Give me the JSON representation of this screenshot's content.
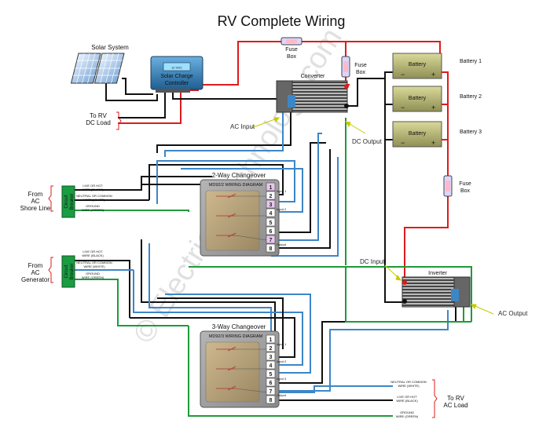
{
  "title": "RV Complete Wiring",
  "watermark": "© ElectricalTechnology.com",
  "solar_system": "Solar System",
  "controller": {
    "voltage": "12 VDC",
    "line1": "Solar Charge",
    "line2": "Controller"
  },
  "dc_load": {
    "line1": "To RV",
    "line2": "DC Load"
  },
  "fuse_box_label": "Fuse",
  "fuse_box_label2": "Box",
  "converter": "Converter",
  "inverter": "Inverter",
  "batteries": [
    {
      "label": "Battery",
      "name": "Battery 1"
    },
    {
      "label": "Battery",
      "name": "Battery 2"
    },
    {
      "label": "Battery",
      "name": "Battery 3"
    }
  ],
  "ac_input": "AC Input",
  "dc_output": "DC Output",
  "dc_input": "DC Input",
  "ac_output": "AC Output",
  "shore": {
    "line1": "From",
    "line2": "AC",
    "line3": "Shore Line"
  },
  "generator": {
    "line1": "From",
    "line2": "AC",
    "line3": "Generator"
  },
  "breaker": {
    "line1": "Circuit",
    "line2": "Breaker"
  },
  "wires": {
    "live1": "LIVE OR HOT",
    "live2": "WIRE (BLACK)",
    "neutral1": "NEUTRAL OR COMMON",
    "neutral2": "WIRE (WHITE)",
    "ground1": "GROUND",
    "ground2": "WIRE (GREEN)"
  },
  "changeover2": {
    "title": "2-Way Changeover",
    "diagram": "MD92/2 WIRING DIAGRAM",
    "pins": [
      "1",
      "2",
      "3",
      "4",
      "5",
      "6",
      "7",
      "8"
    ],
    "in1": "Input 1",
    "in2": "Input 2",
    "out": "Output"
  },
  "changeover3": {
    "title": "3-Way Changeover",
    "diagram": "MD92/3 WIRING DIAGRAM",
    "pins": [
      "1",
      "2",
      "3",
      "4",
      "5",
      "6",
      "7",
      "8"
    ],
    "in1": "Input 1",
    "in2": "Input 2",
    "in3": "Input 3",
    "out": "Output"
  },
  "ac_load": {
    "line1": "To RV",
    "line2": "AC Load"
  },
  "colors": {
    "black": "#111111",
    "red": "#e01b1b",
    "blue": "#3d86c6",
    "green": "#1f9a3a",
    "ann": "#c8c800",
    "breaker": "#1a9c42"
  }
}
